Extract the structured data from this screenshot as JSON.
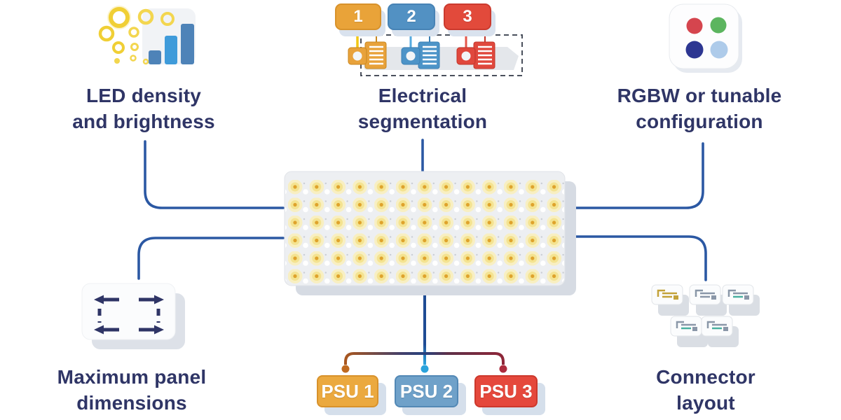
{
  "features": {
    "led_density": {
      "label": "LED density\nand brightness"
    },
    "electrical_segmentation": {
      "label": "Electrical\nsegmentation"
    },
    "rgbw": {
      "label": "RGBW or tunable\nconfiguration"
    },
    "max_dimensions": {
      "label": "Maximum panel\ndimensions"
    },
    "connector_layout": {
      "label": "Connector\nlayout"
    }
  },
  "segmentation_badges": [
    {
      "label": "1",
      "color": "#E9A339"
    },
    {
      "label": "2",
      "color": "#5291C3"
    },
    {
      "label": "3",
      "color": "#E24A3B"
    }
  ],
  "psu_badges": [
    {
      "label": "PSU 1",
      "color": "#EBA93F"
    },
    {
      "label": "PSU 2",
      "color": "#6FA1C9"
    },
    {
      "label": "PSU 3",
      "color": "#E5483C"
    }
  ],
  "icons": {
    "led_density": "glow-circles-bar-chart-icon",
    "electrical_segmentation": "numbered-connectors-icon",
    "rgbw": "four-color-dots-icon",
    "max_dimensions": "dashed-corner-arrows-icon",
    "connector_layout": "connector-modules-icon",
    "panel": "led-panel-illustration"
  },
  "colors": {
    "heading_text": "#2F3566",
    "connector_line": "#2B58A3",
    "orange": "#E9A339",
    "blue": "#5291C3",
    "red": "#E24A3B",
    "psu_orange": "#EBA93F",
    "psu_blue": "#6FA1C9",
    "psu_red": "#E5483C",
    "stub_yellow": "#F2C714",
    "branch_left": "#A8561F",
    "branch_right": "#8E2638",
    "drop_blue": "#2BA3DC",
    "panel_face": "#EDEFF2",
    "led_yellow": "#F4E391",
    "led_center": "#DFA32C",
    "dot_red": "#D5454E",
    "dot_green": "#5CB55F",
    "dot_navy": "#2D3692",
    "dot_lightblue": "#AECBEA",
    "badge_shadow": "#D5DFEB"
  }
}
